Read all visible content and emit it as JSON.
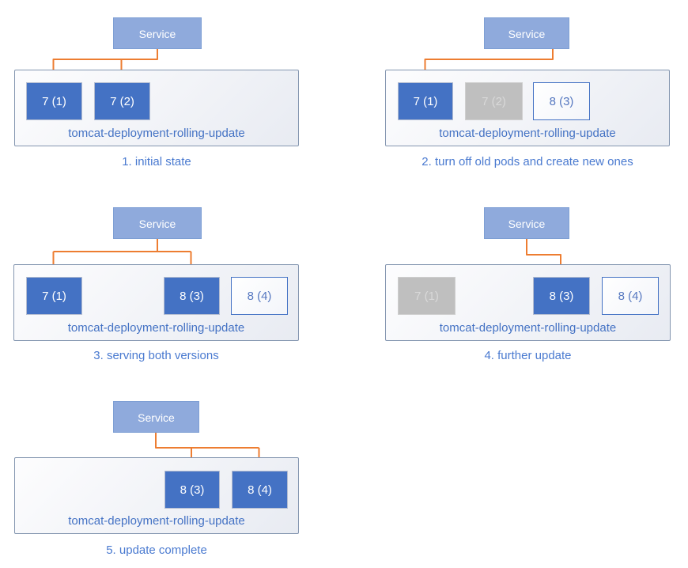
{
  "colors": {
    "service-fill": "#8faadc",
    "service-border": "#7e9fd4",
    "service-text": "#ffffff",
    "pod-running": "#4472c4",
    "pod-running-text": "#ffffff",
    "pod-stopped": "#bfbfbf",
    "pod-stopped-text": "#d9d9d9",
    "pod-creating-border": "#4472c4",
    "pod-creating-text": "#5577c0",
    "deployment-border": "#8496b0",
    "deployment-bg-start": "#fdfdfe",
    "deployment-bg-end": "#e8ebf2",
    "deployment-text": "#4472c4",
    "caption-text": "#4a7ad0",
    "arrow": "#ed7d31"
  },
  "panels": [
    {
      "caption": "1. initial state",
      "service_label": "Service",
      "deployment_label": "tomcat-deployment-rolling-update",
      "pods": [
        {
          "label": "7 (1)",
          "state": "running"
        },
        {
          "label": "7 (2)",
          "state": "running"
        }
      ]
    },
    {
      "caption": "2. turn off old pods and create new ones",
      "service_label": "Service",
      "deployment_label": "tomcat-deployment-rolling-update",
      "pods": [
        {
          "label": "7 (1)",
          "state": "running"
        },
        {
          "label": "7 (2)",
          "state": "stopped"
        },
        {
          "label": "8 (3)",
          "state": "creating"
        }
      ]
    },
    {
      "caption": "3. serving both versions",
      "service_label": "Service",
      "deployment_label": "tomcat-deployment-rolling-update",
      "pods": [
        {
          "label": "7 (1)",
          "state": "running"
        },
        {
          "label": "8 (3)",
          "state": "running"
        },
        {
          "label": "8 (4)",
          "state": "creating"
        }
      ]
    },
    {
      "caption": "4. further update",
      "service_label": "Service",
      "deployment_label": "tomcat-deployment-rolling-update",
      "pods": [
        {
          "label": "7 (1)",
          "state": "stopped"
        },
        {
          "label": "8 (3)",
          "state": "running"
        },
        {
          "label": "8 (4)",
          "state": "creating"
        }
      ]
    },
    {
      "caption": "5. update complete",
      "service_label": "Service",
      "deployment_label": "tomcat-deployment-rolling-update",
      "pods": [
        {
          "label": "8 (3)",
          "state": "running"
        },
        {
          "label": "8 (4)",
          "state": "running"
        }
      ]
    }
  ]
}
